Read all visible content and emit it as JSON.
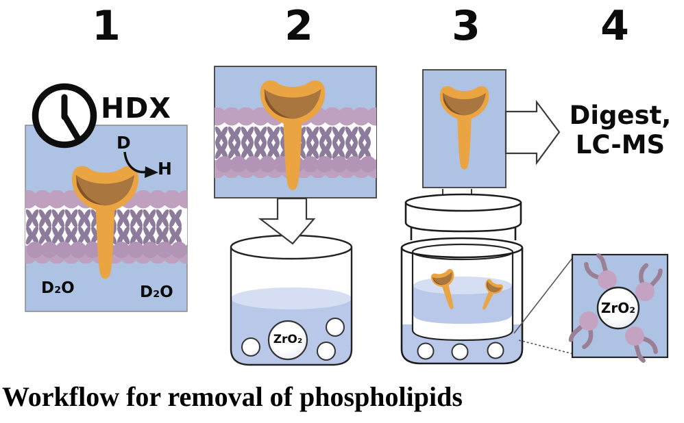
{
  "colors": {
    "panel_blue": "#aec3e3",
    "lipid_head": "#bfa0bf",
    "lipid_head_dark": "#b294b6",
    "lipid_tail": "#8d7b9c",
    "protein": "#eba442",
    "cup_mid": "#a9763f",
    "cup_dark": "#845427",
    "liquid": "#b9c7e9",
    "liquid_surface": "#d5def3",
    "inset_head": "#c3a3c1",
    "inset_tail": "#9b8095",
    "outline": "#1f1f1f"
  },
  "steps": [
    {
      "number": "1",
      "hdx_label": "HDX",
      "d_label": "D",
      "h_label": "H",
      "d2o_left": "D₂O",
      "d2o_right": "D₂O"
    },
    {
      "number": "2",
      "bead_label": "ZrO₂"
    },
    {
      "number": "3"
    },
    {
      "number": "4",
      "text_line1": "Digest,",
      "text_line2": "LC-MS"
    }
  ],
  "inset": {
    "bead_label": "ZrO₂"
  },
  "caption": "Workflow for removal of phospholipids"
}
